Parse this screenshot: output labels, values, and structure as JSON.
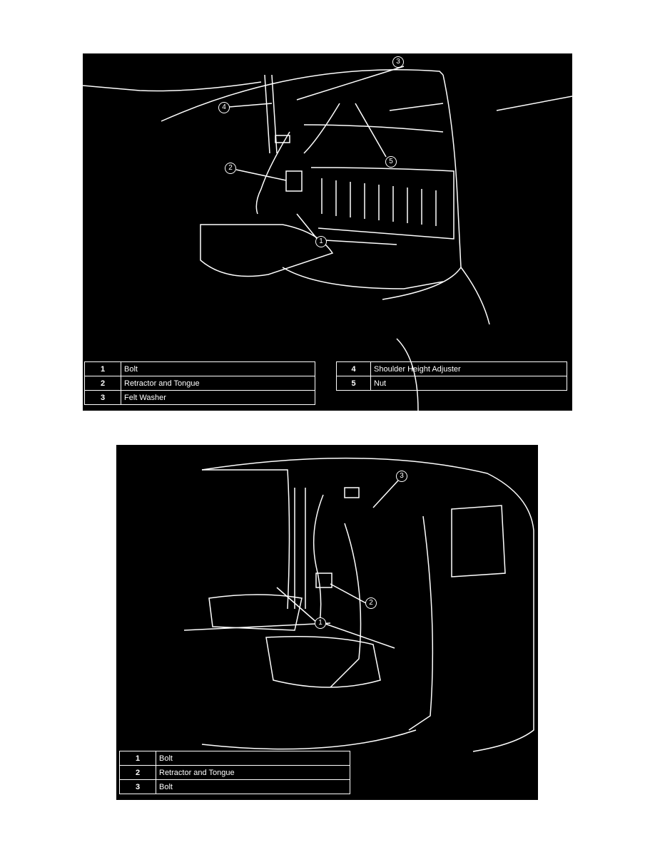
{
  "figure1": {
    "callouts": [
      "1",
      "2",
      "3",
      "4",
      "5"
    ],
    "legend_left": [
      {
        "num": "1",
        "label": "Bolt"
      },
      {
        "num": "2",
        "label": "Retractor and Tongue"
      },
      {
        "num": "3",
        "label": "Felt Washer"
      }
    ],
    "legend_right": [
      {
        "num": "4",
        "label": "Shoulder Height Adjuster"
      },
      {
        "num": "5",
        "label": "Nut"
      }
    ]
  },
  "figure2": {
    "callouts": [
      "1",
      "2",
      "3"
    ],
    "legend": [
      {
        "num": "1",
        "label": "Bolt"
      },
      {
        "num": "2",
        "label": "Retractor and Tongue"
      },
      {
        "num": "3",
        "label": "Bolt"
      }
    ]
  }
}
